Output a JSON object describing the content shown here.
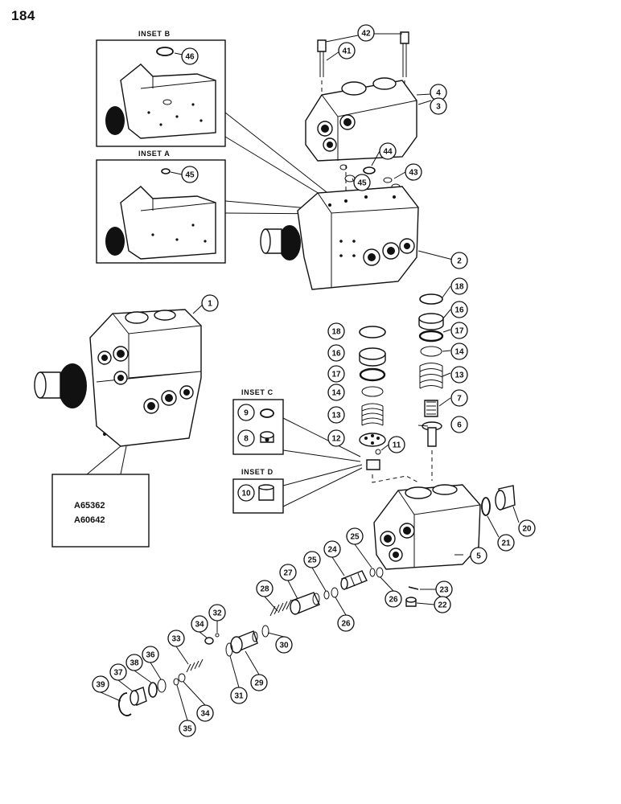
{
  "page": {
    "number": "184"
  },
  "insets": [
    {
      "id": "B",
      "label": "INSET B"
    },
    {
      "id": "A",
      "label": "INSET A"
    },
    {
      "id": "C",
      "label": "INSET C"
    },
    {
      "id": "D",
      "label": "INSET D"
    }
  ],
  "model_box": {
    "lines": [
      "A65362",
      "A60642"
    ]
  },
  "callouts": [
    "1",
    "2",
    "3",
    "4",
    "5",
    "6",
    "7",
    "8",
    "9",
    "10",
    "11",
    "12",
    "13",
    "13",
    "14",
    "14",
    "16",
    "16",
    "17",
    "17",
    "18",
    "18",
    "20",
    "21",
    "22",
    "23",
    "24",
    "25",
    "25",
    "26",
    "26",
    "27",
    "28",
    "29",
    "30",
    "31",
    "32",
    "33",
    "34",
    "34",
    "35",
    "36",
    "37",
    "38",
    "39",
    "41",
    "42",
    "43",
    "44",
    "45",
    "45",
    "46"
  ]
}
